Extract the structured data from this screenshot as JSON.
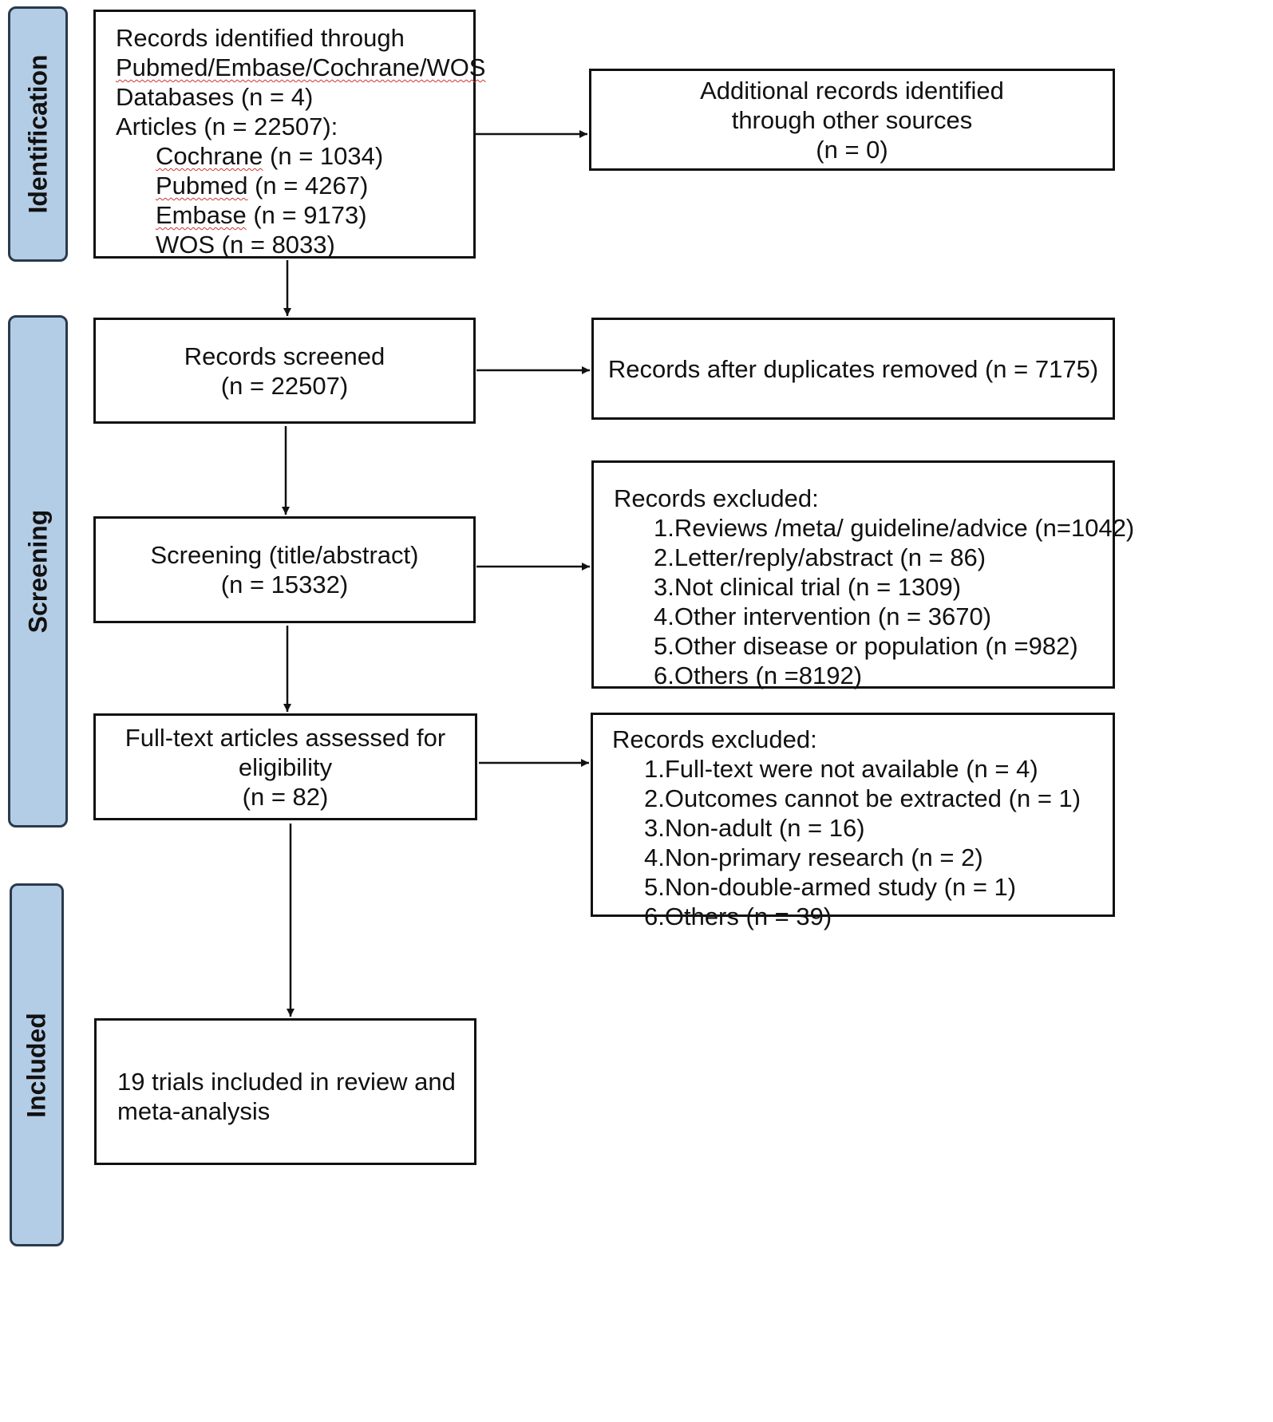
{
  "phases": {
    "identification": "Identification",
    "screening": "Screening",
    "included": "Included"
  },
  "identified": {
    "line1": "Records identified through",
    "line2": "Pubmed/Embase/Cochrane/WOS",
    "line3": "Databases (n = 4)",
    "line4": "Articles (n = 22507):",
    "sources": [
      {
        "name": "Cochrane",
        "count": " (n = 1034)"
      },
      {
        "name": "Pubmed",
        "count": " (n = 4267)"
      },
      {
        "name": "Embase",
        "count": " (n = 9173)"
      },
      {
        "name": "WOS",
        "count": " (n = 8033)"
      }
    ]
  },
  "additional": {
    "line1": "Additional records identified",
    "line2": "through other sources",
    "line3": "(n = 0)"
  },
  "screened": {
    "line1": "Records screened",
    "line2": "(n = 22507)"
  },
  "duplicates": {
    "text": "Records after duplicates removed (n = 7175)"
  },
  "title_abstract": {
    "line1": "Screening (title/abstract)",
    "line2": "(n = 15332)"
  },
  "excluded1": {
    "heading": "Records excluded:",
    "items": [
      "1.Reviews /meta/ guideline/advice (n=1042)",
      "2.Letter/reply/abstract (n = 86)",
      "3.Not clinical trial (n = 1309)",
      "4.Other intervention (n = 3670)",
      "5.Other disease or population (n =982)",
      "6.Others (n =8192)"
    ]
  },
  "fulltext": {
    "line1": "Full-text articles assessed for",
    "line2": "eligibility",
    "line3": "(n = 82)"
  },
  "excluded2": {
    "heading": "Records excluded:",
    "items": [
      "1.Full-text were not available (n = 4)",
      "2.Outcomes cannot be extracted (n = 1)",
      "3.Non-adult (n = 16)",
      "4.Non-primary research (n = 2)",
      "5.Non-double-armed study (n = 1)",
      "6.Others (n = 39)"
    ]
  },
  "included_box": {
    "line1": "19 trials included in  review and",
    "line2": "meta-analysis"
  },
  "colors": {
    "phase_fill": "#b4cde6",
    "phase_border": "#2a3a4c",
    "box_border": "#111111"
  }
}
